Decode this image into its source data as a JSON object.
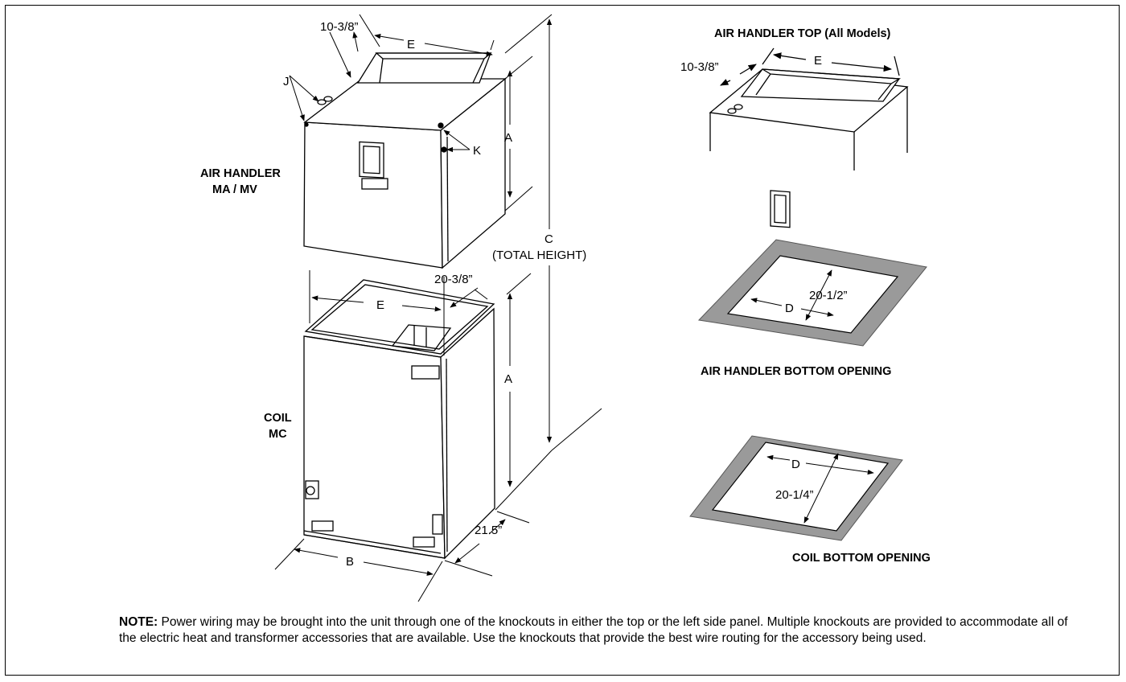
{
  "labels": {
    "top_title": "AIR HANDLER TOP (All Models)",
    "air_handler_line1": "AIR HANDLER",
    "air_handler_line2": "MA / MV",
    "coil_line1": "COIL",
    "coil_line2": "MC",
    "total_height_c": "C",
    "total_height_text": "(TOTAL HEIGHT)",
    "bottom_opening_ah": "AIR HANDLER BOTTOM OPENING",
    "bottom_opening_coil": "COIL BOTTOM OPENING"
  },
  "dimensions": {
    "a": "A",
    "b": "B",
    "d": "D",
    "e": "E",
    "j": "J",
    "k": "K",
    "collar_depth": "10-3/8”",
    "coil_depth": "20-3/8”",
    "ah_opening_depth": "20-1/2”",
    "coil_opening_depth": "20-1/4”",
    "cabinet_depth": "21.5”"
  },
  "note": {
    "label": "NOTE:",
    "text": "Power wiring may be brought into the unit through one of the knockouts in either the top or the left side panel. Multiple knockouts are provided to accommodate all of the electric heat and transformer accessories that are available. Use the knockouts that provide the best wire routing for the accessory being used."
  },
  "colors": {
    "line": "#000000",
    "flange": "#999999",
    "paper": "#ffffff"
  }
}
